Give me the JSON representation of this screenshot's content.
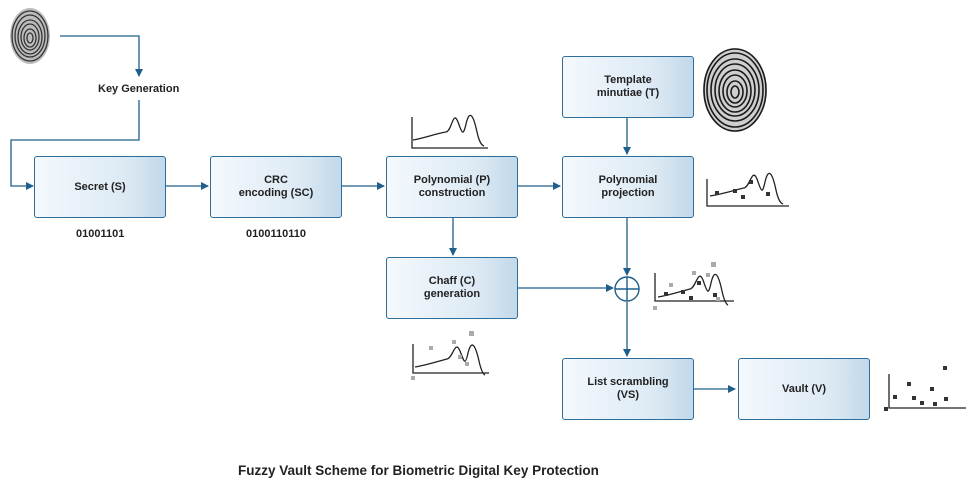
{
  "boxes": {
    "secret": "Secret (S)",
    "crc": "CRC\nencoding (SC)",
    "polynomial": "Polynomial (P)\nconstruction",
    "projection": "Polynomial\nprojection",
    "template": "Template\nminutiae (T)",
    "chaff": "Chaff (C)\ngeneration",
    "scrambling": "List scrambling\n(VS)",
    "vault": "Vault (V)"
  },
  "labels": {
    "key_generation": "Key Generation",
    "secret_bits": "01001101",
    "crc_bits": "0100110110"
  },
  "caption": "Fuzzy Vault Scheme for Biometric Digital Key Protection",
  "colors": {
    "arrow": "#1f5f8b",
    "box_border": "#2f6d9a",
    "plot_line": "#222222"
  },
  "icons": [
    "fingerprint-icon",
    "xor-icon"
  ]
}
